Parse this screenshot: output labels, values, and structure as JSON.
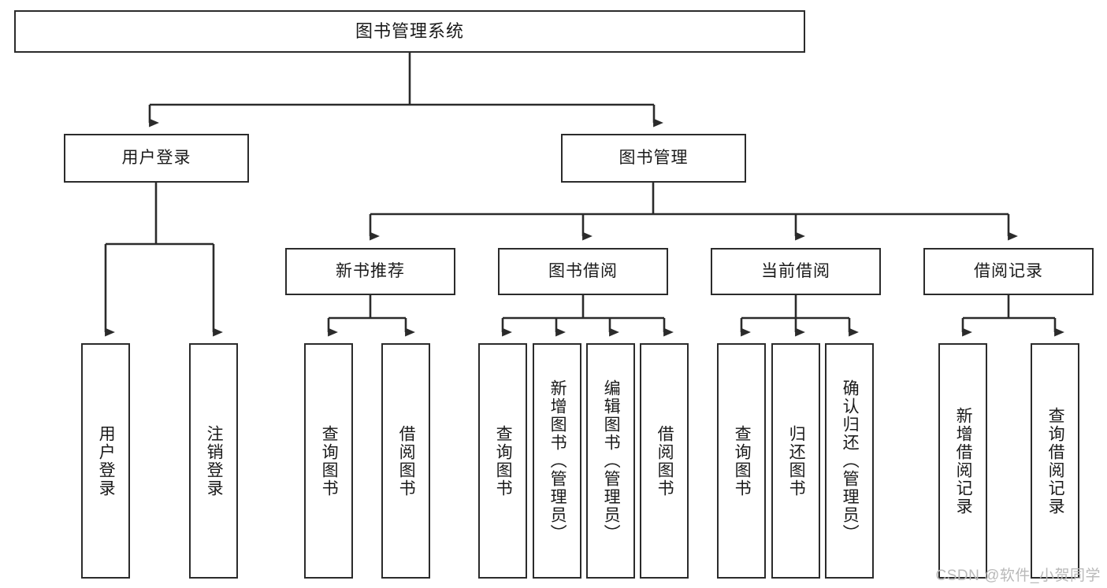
{
  "diagram": {
    "type": "tree-hierarchy-chart",
    "title": "图书管理系统",
    "background_color": "#ffffff",
    "box_border_color": "#2b2b2b",
    "text_color": "#1a1a1a",
    "levels": {
      "level1": [
        {
          "id": "root",
          "label": "图书管理系统"
        }
      ],
      "level2": [
        {
          "id": "user-login",
          "label": "用户登录"
        },
        {
          "id": "book-management",
          "label": "图书管理"
        }
      ],
      "level3": [
        {
          "id": "new-book-recommend",
          "label": "新书推荐"
        },
        {
          "id": "book-borrow",
          "label": "图书借阅"
        },
        {
          "id": "current-borrow",
          "label": "当前借阅"
        },
        {
          "id": "borrow-record",
          "label": "借阅记录"
        }
      ],
      "level4": [
        {
          "id": "leaf-user-login",
          "label": "用户登录",
          "parent": "user-login"
        },
        {
          "id": "leaf-logout-login",
          "label": "注销登录",
          "parent": "user-login"
        },
        {
          "id": "leaf-query-book-1",
          "label": "查询图书",
          "parent": "new-book-recommend"
        },
        {
          "id": "leaf-borrow-book-1",
          "label": "借阅图书",
          "parent": "new-book-recommend"
        },
        {
          "id": "leaf-query-book-2",
          "label": "查询图书",
          "parent": "book-borrow"
        },
        {
          "id": "leaf-add-book",
          "label": "新增图书（管理员）",
          "parent": "book-borrow"
        },
        {
          "id": "leaf-edit-book",
          "label": "编辑图书（管理员）",
          "parent": "book-borrow"
        },
        {
          "id": "leaf-borrow-book-2",
          "label": "借阅图书",
          "parent": "book-borrow"
        },
        {
          "id": "leaf-query-book-3",
          "label": "查询图书",
          "parent": "current-borrow"
        },
        {
          "id": "leaf-return-book",
          "label": "归还图书",
          "parent": "current-borrow"
        },
        {
          "id": "leaf-confirm-return",
          "label": "确认归还（管理员）",
          "parent": "current-borrow"
        },
        {
          "id": "leaf-add-record",
          "label": "新增借阅记录",
          "parent": "borrow-record"
        },
        {
          "id": "leaf-query-record",
          "label": "查询借阅记录",
          "parent": "borrow-record"
        }
      ]
    }
  },
  "watermark": {
    "text": "CSDN @软件_小贺同学",
    "color": "#b9b9b9"
  }
}
